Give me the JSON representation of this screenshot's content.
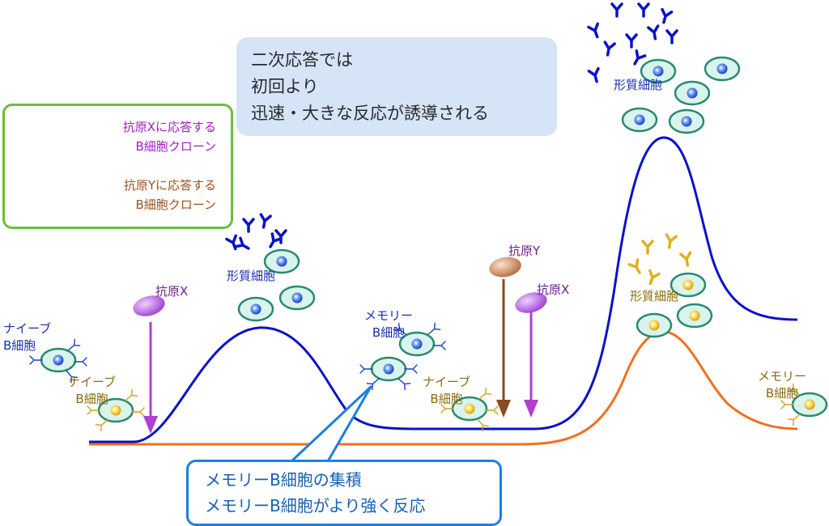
{
  "title_box": {
    "lines": [
      "二次応答では",
      "初回より",
      "迅速・大きな反応が誘導される"
    ]
  },
  "legend": {
    "x_clone": {
      "line1": "抗原Xに応答する",
      "line2": "B細胞クローン"
    },
    "y_clone": {
      "line1": "抗原Yに応答する",
      "line2": "B細胞クローン"
    }
  },
  "labels": {
    "naive_b_blue": {
      "line1": "ナイーブ",
      "line2": "B細胞"
    },
    "naive_b_yellow_1": {
      "line1": "ナイーブ",
      "line2": "B細胞"
    },
    "antigen_x_1": "抗原X",
    "plasma_1": "形質細胞",
    "memory_b_1": {
      "line1": "メモリー",
      "line2": "B細胞"
    },
    "naive_b_yellow_2": {
      "line1": "ナイーブ",
      "line2": "B細胞"
    },
    "antigen_y": "抗原Y",
    "antigen_x_2": "抗原X",
    "plasma_2": "形質細胞",
    "plasma_3": "形質細胞",
    "memory_b_2": {
      "line1": "メモリー",
      "line2": "B細胞"
    }
  },
  "callout": {
    "lines": [
      "メモリーB細胞の集積",
      "メモリーB細胞がより強く反応"
    ]
  },
  "colors": {
    "x_response": "#0a12c8",
    "y_response": "#f07020",
    "antigen_x": "#b25be0",
    "antigen_y": "#c0784a",
    "arrow_x": "#b040d0",
    "arrow_y": "#8b4a1e",
    "legend_border": "#6abf3a",
    "callout_border": "#1e7fe0",
    "title_bg": "#d6e4f7",
    "label_blue": "#1a2fb0",
    "label_brown": "#8a6a10",
    "label_purple": "#6a1f8a",
    "legend_purple": "#a020c0",
    "legend_brown": "#a0501a"
  }
}
